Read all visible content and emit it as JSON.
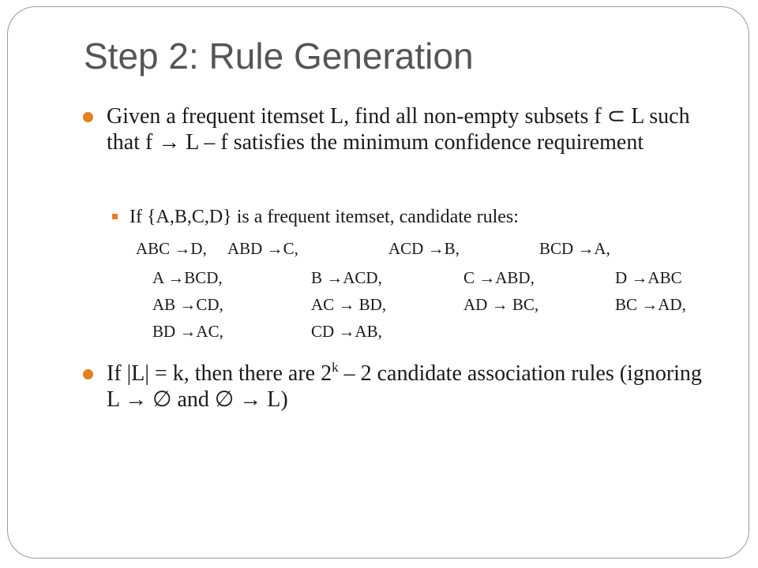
{
  "title": "Step 2: Rule Generation",
  "bullets": {
    "b1": "Given a frequent itemset L, find all non-empty subsets f ⊂ L such that f → L – f satisfies the minimum confidence requirement",
    "sub1": "If {A,B,C,D} is a frequent itemset, candidate rules:",
    "b2_pre": "If |L| = k, then there are 2",
    "b2_sup": "k",
    "b2_post": " – 2 candidate association rules (ignoring L → ∅ and ∅ → L)"
  },
  "rules": [
    [
      "ABC →D,",
      "ABD →C,",
      "ACD →B,",
      "BCD →A,"
    ],
    [
      "A →BCD,",
      "B →ACD,",
      "C →ABD,",
      "D →ABC"
    ],
    [
      "AB →CD,",
      "AC → BD,",
      "AD → BC,",
      "BC →AD,"
    ],
    [
      "BD →AC,",
      "CD →AB,"
    ]
  ],
  "colors": {
    "accent": "#e67e22",
    "title": "#555555",
    "border": "#9a9a9a"
  }
}
